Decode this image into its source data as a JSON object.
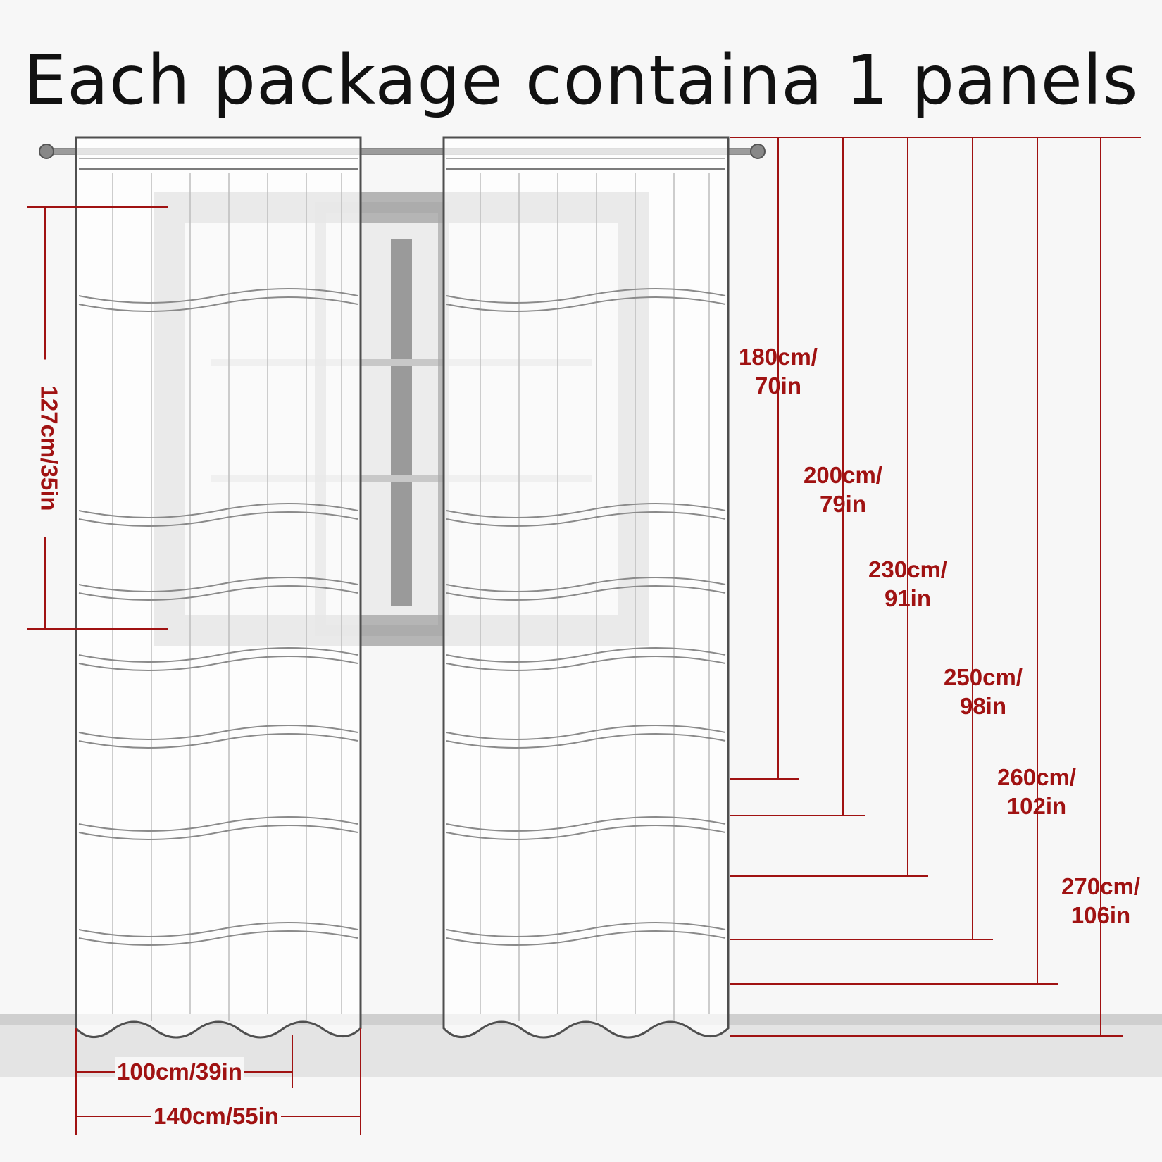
{
  "title": "Each package containa 1 panels",
  "colors": {
    "dimension": "#a01212",
    "curtain_outline": "#555555",
    "window_frame": "#9a9a9a",
    "background": "#f7f7f7"
  },
  "dimensions": {
    "window_height": "127cm/35in",
    "lengths": [
      {
        "line1": "180cm/",
        "line2": "70in"
      },
      {
        "line1": "200cm/",
        "line2": "79in"
      },
      {
        "line1": "230cm/",
        "line2": "91in"
      },
      {
        "line1": "250cm/",
        "line2": "98in"
      },
      {
        "line1": "260cm/",
        "line2": "102in"
      },
      {
        "line1": "270cm/",
        "line2": "106in"
      }
    ],
    "widths": [
      "100cm/39in",
      "140cm/55in"
    ]
  }
}
